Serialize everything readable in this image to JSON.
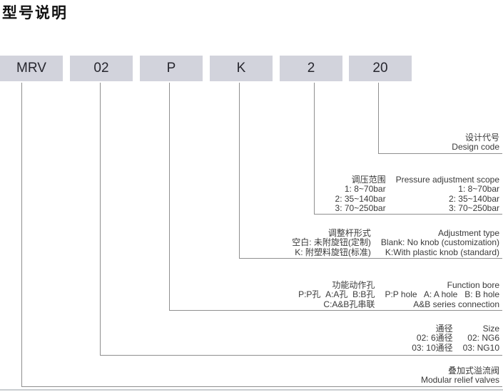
{
  "title": "型号说明",
  "model_code": {
    "segments": [
      "MRV",
      "02",
      "P",
      "K",
      "2",
      "20"
    ]
  },
  "annotations": {
    "design_code": {
      "cn": "设计代号",
      "en": "Design code"
    },
    "pressure": {
      "header": {
        "cn": "调压范围",
        "en": "Pressure adjustment scope"
      },
      "rows": [
        {
          "cn": "1: 8~70bar",
          "en": "1: 8~70bar"
        },
        {
          "cn": "2: 35~140bar",
          "en": "2: 35~140bar"
        },
        {
          "cn": "3: 70~250bar",
          "en": "3: 70~250bar"
        }
      ]
    },
    "adjustment_type": {
      "header": {
        "cn": "调整杆形式",
        "en": "Adjustment type"
      },
      "rows": [
        {
          "cn": "空白: 未附旋钮(定制)",
          "en": "Blank: No knob (customization)"
        },
        {
          "cn": "K: 附塑料旋钮(标准)",
          "en": "K:With plastic knob (standard)"
        }
      ]
    },
    "function_bore": {
      "header": {
        "cn": "功能动作孔",
        "en": "Function bore"
      },
      "rows": [
        {
          "cn": "P:P孔  A:A孔  B:B孔",
          "en": "P:P hole   A: A hole   B: B hole"
        },
        {
          "cn": "C:A&B孔串联",
          "en": "A&B series connection"
        }
      ]
    },
    "size": {
      "header": {
        "cn": "通径",
        "en": "Size"
      },
      "rows": [
        {
          "cn": "02: 6通径",
          "en": "02: NG6"
        },
        {
          "cn": "03: 10通径",
          "en": "03: NG10"
        }
      ]
    },
    "product": {
      "cn": "叠加式溢流阀",
      "en": "Modular relief valves"
    }
  },
  "colors": {
    "box_fill": "#d2d3dc",
    "connector_line": "#8f8f8f",
    "text": "#3a3a3a",
    "title_text": "#111111",
    "bottom_border": "#c9cdd0"
  }
}
